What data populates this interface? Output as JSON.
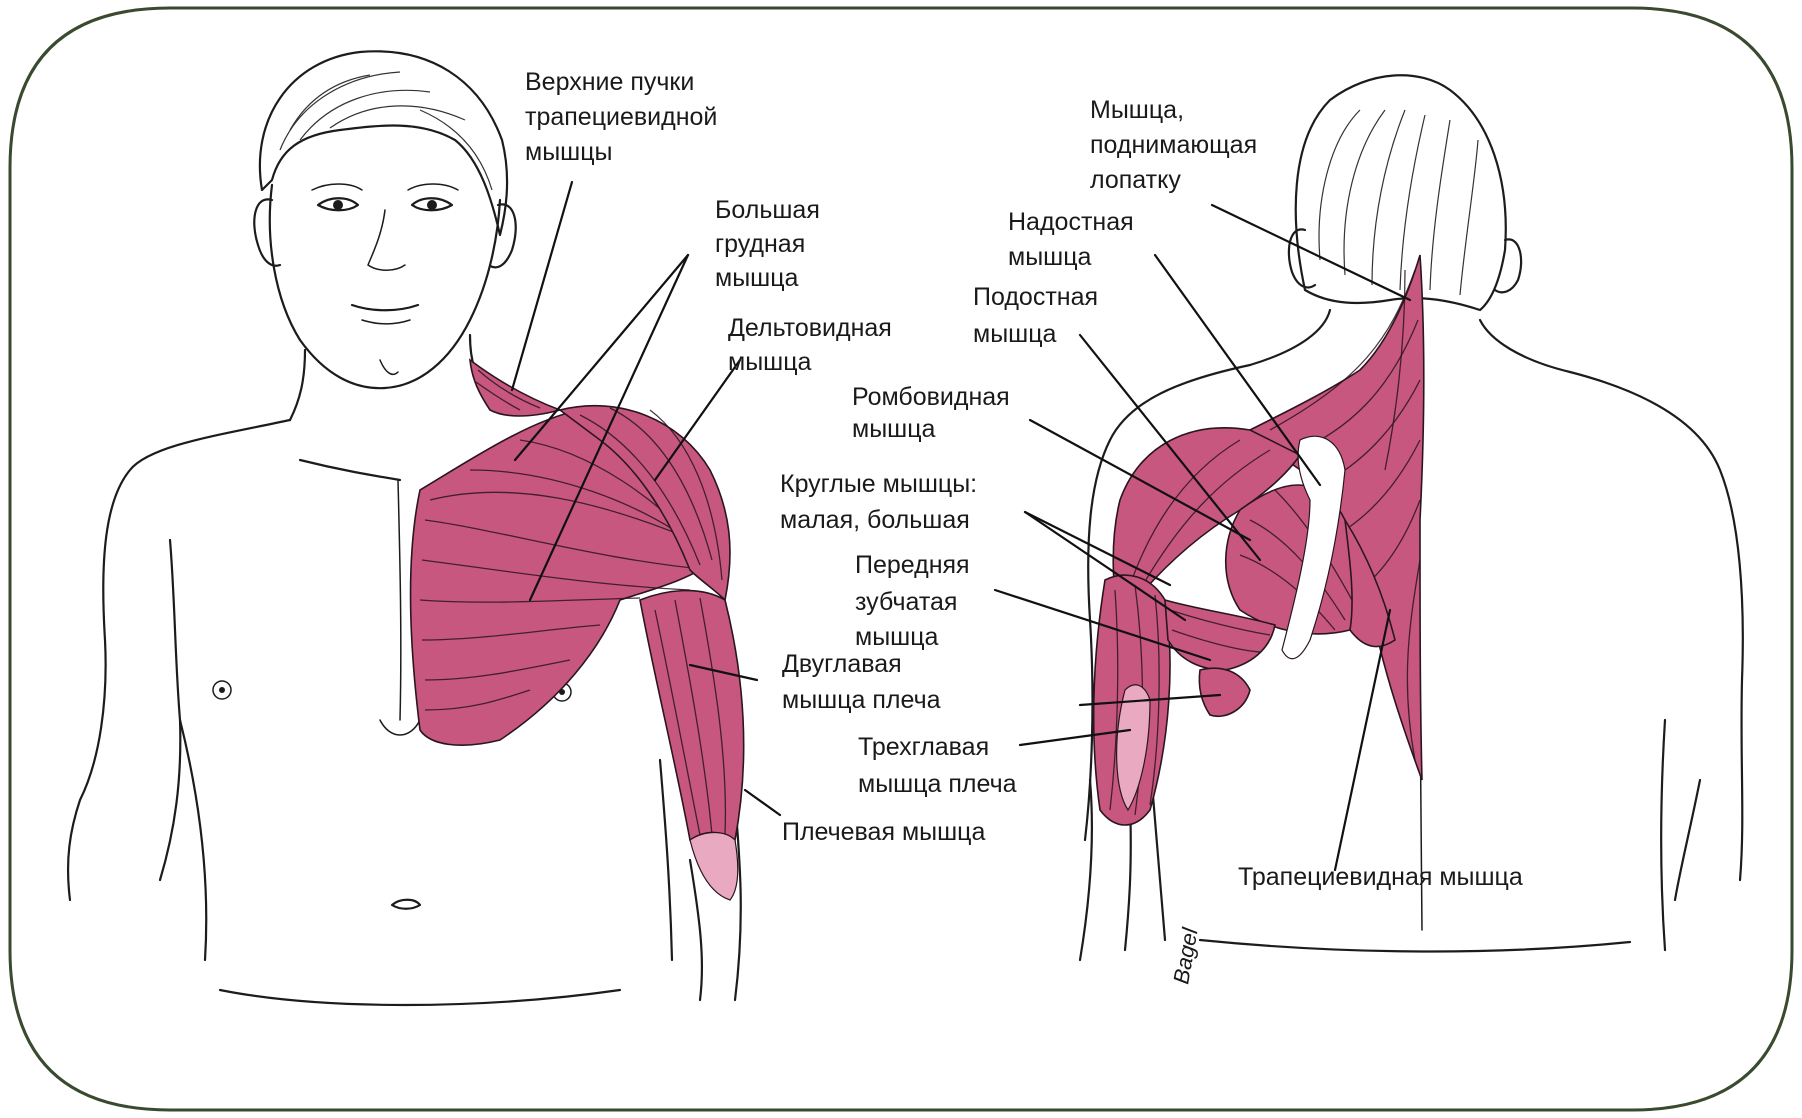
{
  "colors": {
    "muscle_fill": "#c8577f",
    "muscle_light": "#e9a9c0",
    "frame_border": "#3a4a2e",
    "outline": "#1c1c1c"
  },
  "labels": {
    "upper_trapezius": [
      "Верхние пучки",
      "трапециевидной",
      "мышцы"
    ],
    "pectoralis_major": [
      "Большая",
      "грудная",
      "мышца"
    ],
    "deltoid": [
      "Дельтовидная",
      "мышца"
    ],
    "biceps": [
      "Двуглавая",
      "мышца плеча"
    ],
    "brachialis": [
      "Плечевая мышца"
    ],
    "levator_scapulae": [
      "Мышца,",
      "поднимающая",
      "лопатку"
    ],
    "supraspinatus": [
      "Надостная",
      "мышца"
    ],
    "infraspinatus": [
      "Подостная",
      "мышца"
    ],
    "rhomboid": [
      "Ромбовидная",
      "мышца"
    ],
    "teres": [
      "Круглые мышцы:",
      "малая, большая"
    ],
    "serratus_anterior": [
      "Передняя",
      "зубчатая",
      "мышца"
    ],
    "triceps": [
      "Трехглавая",
      "мышца плеча"
    ],
    "trapezius": [
      "Трапециевидная мышца"
    ]
  },
  "signature": "Bagel"
}
